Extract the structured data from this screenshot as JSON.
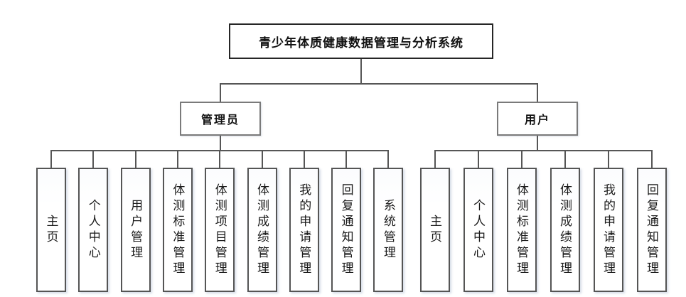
{
  "diagram": {
    "title": "青少年体质健康数据管理与分析系统",
    "branches": [
      {
        "label": "管理员",
        "children": [
          "主页",
          "个人中心",
          "用户管理",
          "体测标准管理",
          "体测项目管理",
          "体测成绩管理",
          "我的申请管理",
          "回复通知管理",
          "系统管理"
        ]
      },
      {
        "label": "用户",
        "children": [
          "主页",
          "个人中心",
          "体测标准管理",
          "体测成绩管理",
          "我的申请管理",
          "回复通知管理"
        ]
      }
    ],
    "colors": {
      "background": "#ffffff",
      "line": "#565656",
      "leaf_border": "#555555",
      "branch_border": "#7a7a7a",
      "title_border": "#262626",
      "text": "#1a1a1a"
    }
  }
}
